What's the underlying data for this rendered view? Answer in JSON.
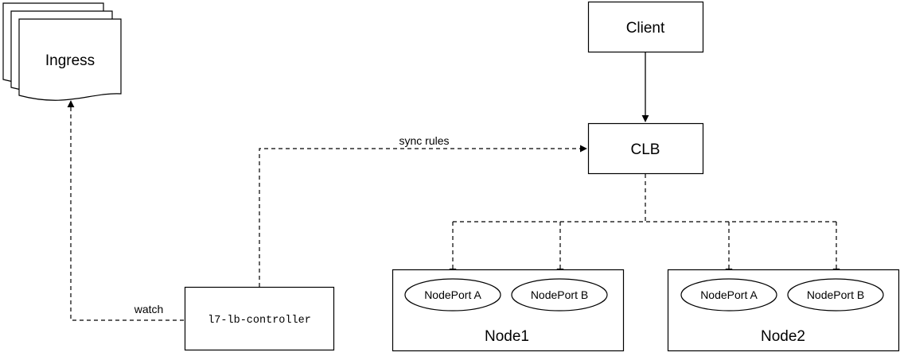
{
  "nodes": {
    "ingress": "Ingress",
    "client": "Client",
    "clb": "CLB",
    "controller": "l7-lb-controller",
    "node1": {
      "label": "Node1",
      "ports": [
        "NodePort A",
        "NodePort B"
      ]
    },
    "node2": {
      "label": "Node2",
      "ports": [
        "NodePort A",
        "NodePort B"
      ]
    }
  },
  "edges": {
    "sync_rules": "sync rules",
    "watch": "watch"
  },
  "colors": {
    "stroke": "#000000",
    "fill": "#ffffff"
  }
}
